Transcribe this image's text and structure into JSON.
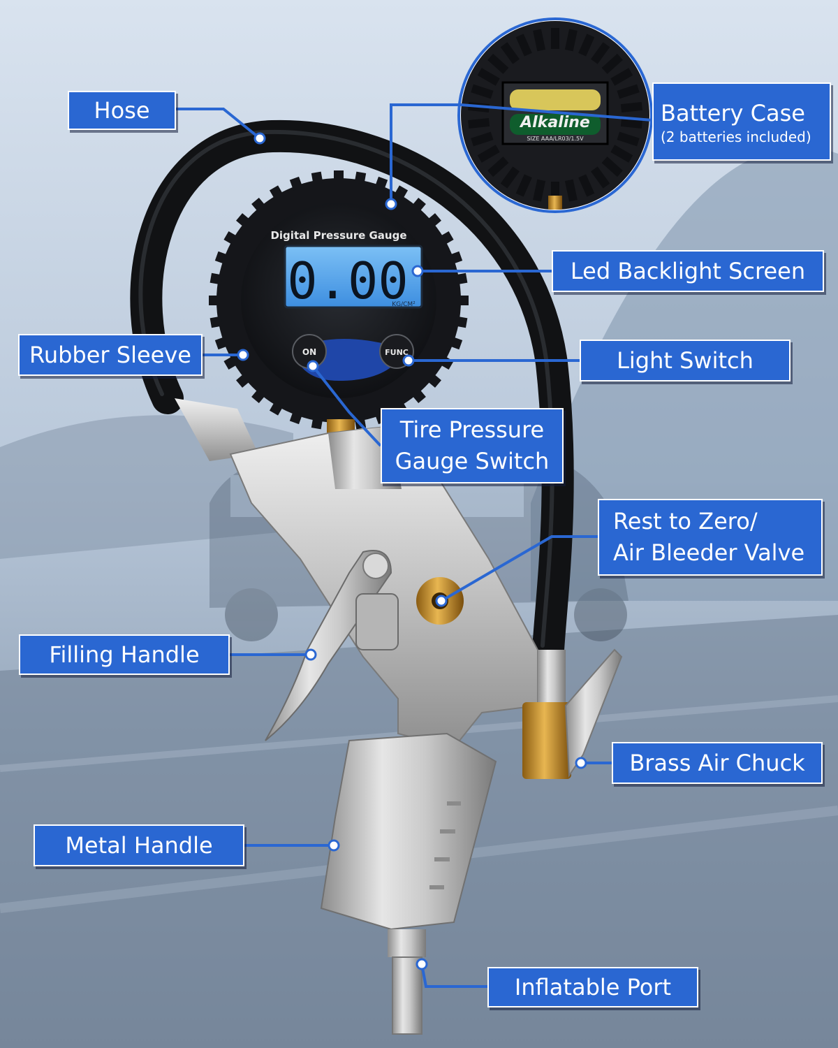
{
  "labels": {
    "hose": "Hose",
    "battery_case": "Battery Case",
    "battery_note": "(2 batteries included)",
    "led_screen": "Led Backlight Screen",
    "rubber_sleeve": "Rubber Sleeve",
    "light_switch": "Light Switch",
    "tire_switch_line1": "Tire Pressure",
    "tire_switch_line2": "Gauge Switch",
    "rest_line1": "Rest to Zero/",
    "rest_line2": "Air Bleeder Valve",
    "filling_handle": "Filling Handle",
    "brass_chuck": "Brass Air Chuck",
    "metal_handle": "Metal Handle",
    "inflatable_port": "Inflatable Port"
  },
  "gauge": {
    "title": "Digital Pressure Gauge",
    "reading": "0.00",
    "unit": "KG/CM²",
    "on_button": "ON",
    "func_button": "FUNC"
  },
  "battery": {
    "brand": "Alkaline",
    "spec": "SIZE AAA/LR03/1.5V"
  },
  "colors": {
    "label_blue": "#2a67d2",
    "leader_line": "#2a67d2",
    "lcd_blue": "#5aa8ef",
    "sky": "#c9d7e8"
  }
}
